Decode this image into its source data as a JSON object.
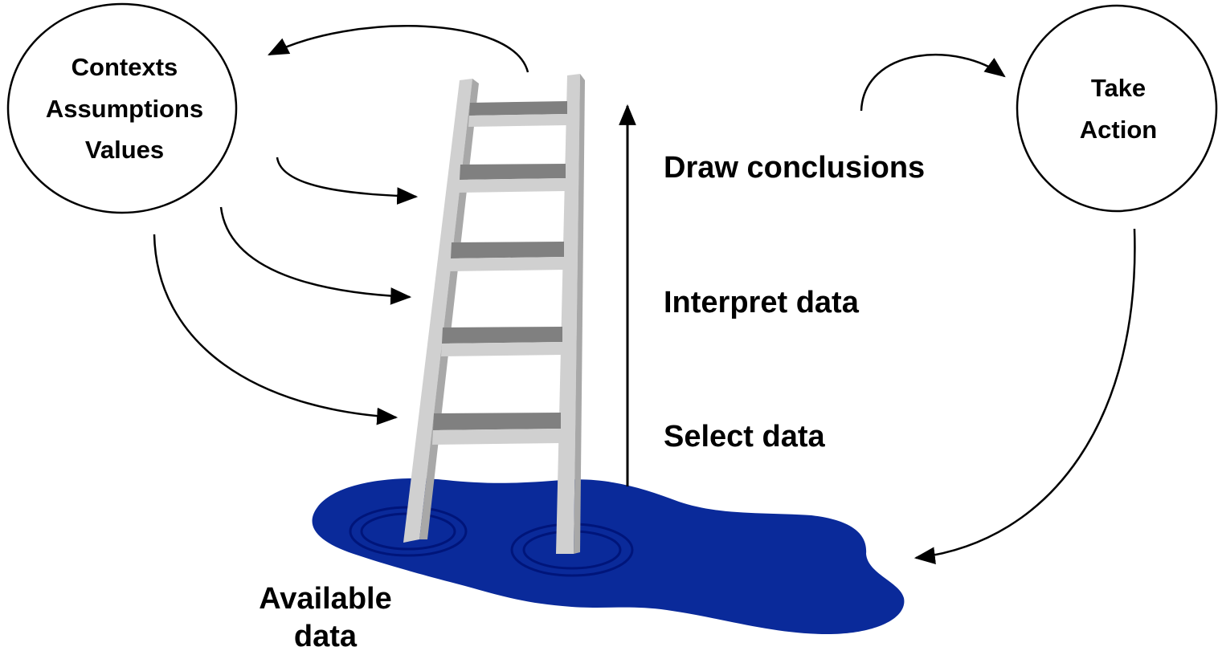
{
  "left_circle": {
    "lines": [
      "Contexts",
      "Assumptions",
      "Values"
    ]
  },
  "right_circle": {
    "lines": [
      "Take",
      "Action"
    ]
  },
  "steps": {
    "draw_conclusions": "Draw conclusions",
    "interpret_data": "Interpret data",
    "select_data": "Select data"
  },
  "pool_label": {
    "lines": [
      "Available",
      "data"
    ]
  },
  "colors": {
    "pool": "#0a2a9a",
    "pool_ring": "#00157a",
    "ladder_light": "#d0d0d0",
    "ladder_mid": "#a8a8a8",
    "ladder_dark": "#808080",
    "ink": "#000000"
  }
}
